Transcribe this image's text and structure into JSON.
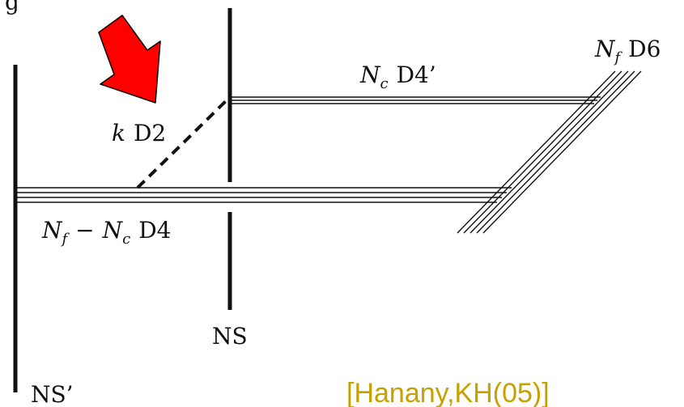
{
  "colors": {
    "ink": "#111111",
    "arrow": "#ff0000",
    "arrow_outline": "#000000",
    "citation": "#c8a000"
  },
  "diagram": {
    "label_d2_var": "k",
    "label_d2_name": "D2",
    "label_d4p_var": "N",
    "label_d4p_sub": "c",
    "label_d4p_name": "D4’",
    "label_d6_var": "N",
    "label_d6_sub": "f",
    "label_d6_name": "D6",
    "label_d4_var1": "N",
    "label_d4_sub1": "f",
    "label_d4_minus": "−",
    "label_d4_var2": "N",
    "label_d4_sub2": "c",
    "label_d4_name": "D4",
    "label_ns": "NS",
    "label_nsp": "NS’",
    "citation": "[Hanany,KH(05)]",
    "top_left_fragment": "g"
  }
}
